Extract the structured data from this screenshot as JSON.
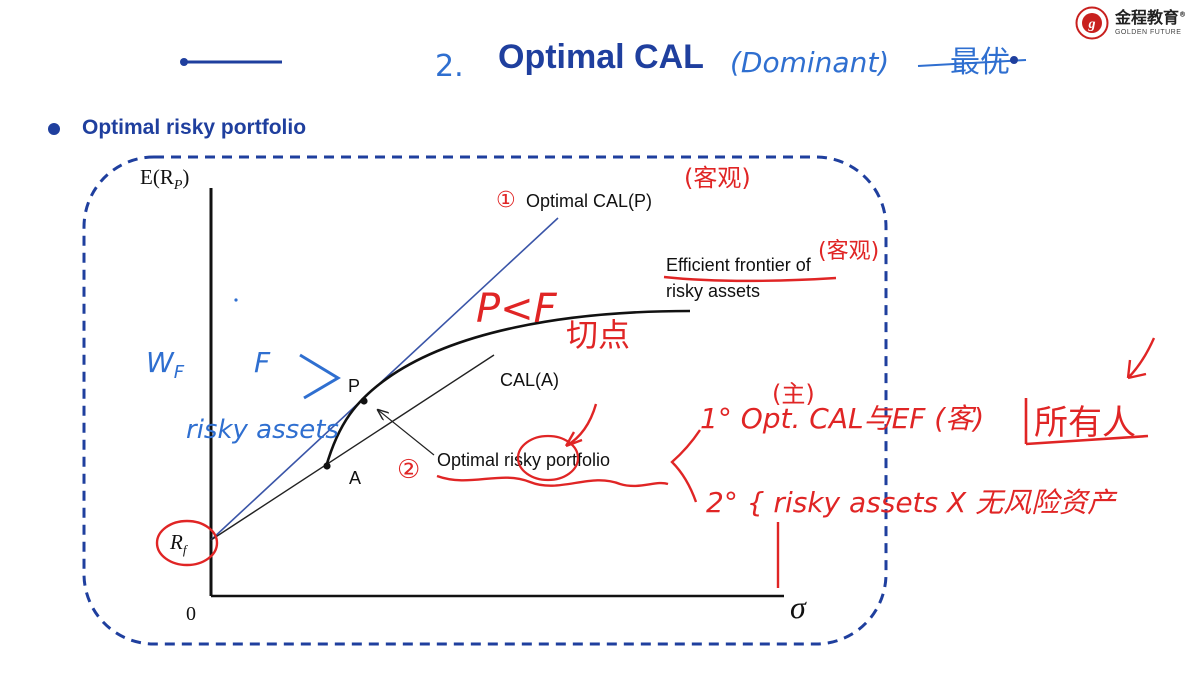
{
  "logo": {
    "name_cn": "金程教育",
    "name_en": "GOLDEN FUTURE",
    "registered": "®"
  },
  "title": "Optimal CAL",
  "bullet": "Optimal risky portfolio",
  "chart_data": {
    "type": "diagram",
    "y_axis_label": "E(R",
    "y_axis_sub": "P",
    "y_axis_close": ")",
    "x_axis_label": "σ",
    "origin_label": "0",
    "rf_label": "R",
    "rf_sub": "f",
    "point_p_label": "P",
    "point_a_label": "A",
    "cal_p_label": "Optimal CAL(P)",
    "cal_a_label": "CAL(A)",
    "frontier_label_line1": "Efficient frontier of",
    "frontier_label_line2": "risky assets",
    "arrow_label": "Optimal risky portfolio"
  },
  "annotations": {
    "heading_number": "2.",
    "heading_note": "(Dominant)",
    "heading_cn": "最优",
    "circle_1": "①",
    "circle_2": "②",
    "note_objective_1": "(客观)",
    "note_objective_2": "(客观)",
    "note_p_less_f": "P<F",
    "note_tangent": "切点",
    "note_wf": "W",
    "note_wf_sub": "F",
    "note_f": "F",
    "note_risky_assets": "risky assets",
    "note_subjective": "(主)",
    "note_line1": "1° Opt. CAL与EF (客)",
    "note_everyone": "所有人",
    "note_line2": "2° { risky assets X 无风险资产"
  }
}
